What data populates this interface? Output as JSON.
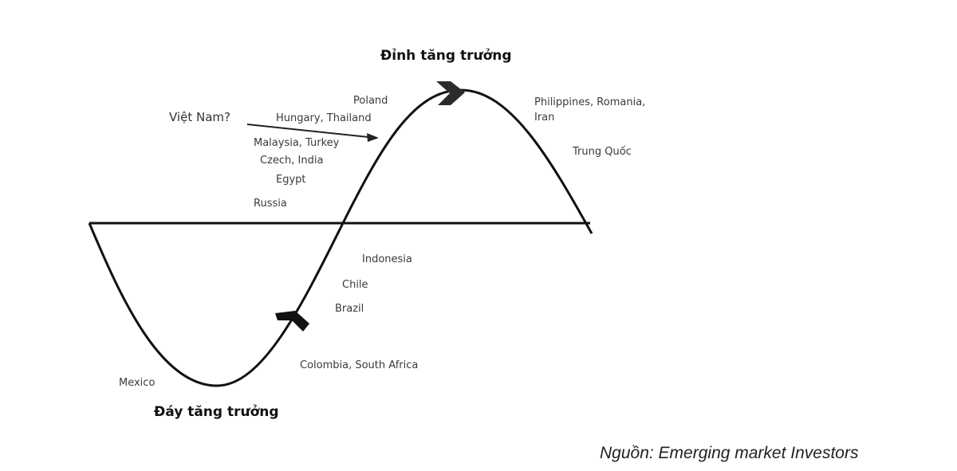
{
  "diagram": {
    "peak_label": "Đỉnh tăng trưởng",
    "trough_label": "Đáy tăng trưởng",
    "source": "Nguồn: Emerging market Investors",
    "question_label": "Việt Nam?",
    "colors": {
      "line": "#111111",
      "chevron": "#2b2b2b",
      "label": "#3a3a3a"
    },
    "labels": {
      "poland": "Poland",
      "hungary_thailand": "Hungary, Thailand",
      "malaysia_turkey": "Malaysia, Turkey",
      "czech_india": "Czech, India",
      "egypt": "Egypt",
      "russia": "Russia",
      "philippines_romania": "Philippines, Romania,",
      "iran": "Iran",
      "china": "Trung Quốc",
      "indonesia": "Indonesia",
      "chile": "Chile",
      "brazil": "Brazil",
      "colombia_south_africa": "Colombia, South Africa",
      "mexico": "Mexico"
    }
  }
}
